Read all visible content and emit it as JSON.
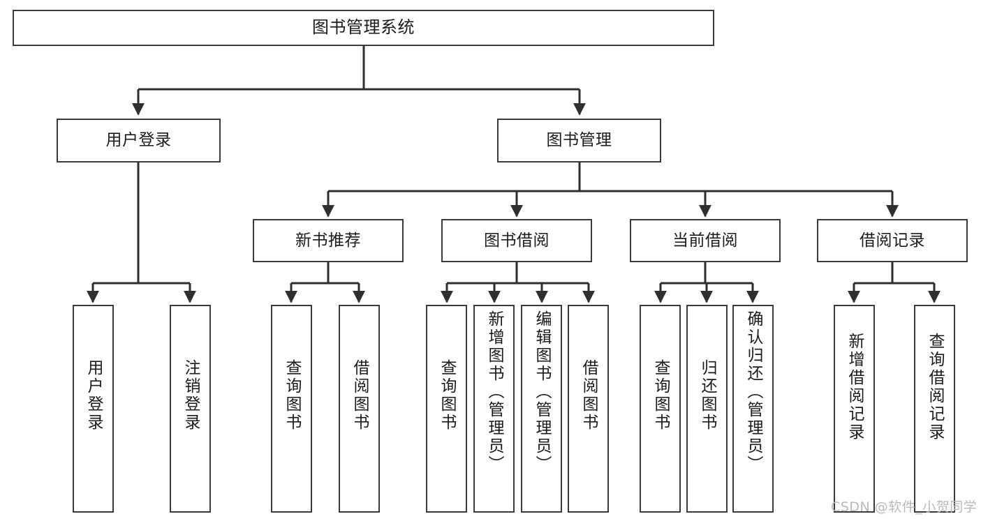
{
  "diagram": {
    "title": "图书管理系统",
    "type": "tree-hierarchy-chart",
    "watermark": "CSDN @软件_小贺同学",
    "colors": {
      "box_border": "#3a3a3a",
      "box_fill": "#ffffff",
      "edge": "#2f2f2f",
      "text": "#1b1b1b",
      "watermark": "#b9b9b9"
    },
    "nodes": {
      "root": {
        "label": "图书管理系统"
      },
      "level2": [
        {
          "id": "user-login",
          "label": "用户登录"
        },
        {
          "id": "book-manage",
          "label": "图书管理"
        }
      ],
      "level3": [
        {
          "id": "new-book-recommend",
          "label": "新书推荐"
        },
        {
          "id": "book-borrow",
          "label": "图书借阅"
        },
        {
          "id": "current-borrow",
          "label": "当前借阅"
        },
        {
          "id": "borrow-record",
          "label": "借阅记录"
        }
      ],
      "leaves": [
        {
          "id": "leaf-user-login",
          "label": "用户登录",
          "parent": "user-login"
        },
        {
          "id": "leaf-logout",
          "label": "注销登录",
          "parent": "user-login"
        },
        {
          "id": "leaf-query-book-1",
          "label": "查询图书",
          "parent": "new-book-recommend"
        },
        {
          "id": "leaf-borrow-book-1",
          "label": "借阅图书",
          "parent": "new-book-recommend"
        },
        {
          "id": "leaf-query-book-2",
          "label": "查询图书",
          "parent": "book-borrow"
        },
        {
          "id": "leaf-add-book",
          "label": "新增图书（管理员）",
          "parent": "book-borrow"
        },
        {
          "id": "leaf-edit-book",
          "label": "编辑图书（管理员）",
          "parent": "book-borrow"
        },
        {
          "id": "leaf-borrow-book-2",
          "label": "借阅图书",
          "parent": "book-borrow"
        },
        {
          "id": "leaf-query-book-3",
          "label": "查询图书",
          "parent": "current-borrow"
        },
        {
          "id": "leaf-return-book",
          "label": "归还图书",
          "parent": "current-borrow"
        },
        {
          "id": "leaf-confirm-return",
          "label": "确认归还（管理员）",
          "parent": "current-borrow"
        },
        {
          "id": "leaf-add-record",
          "label": "新增借阅记录",
          "parent": "borrow-record"
        },
        {
          "id": "leaf-query-record",
          "label": "查询借阅记录",
          "parent": "borrow-record"
        }
      ]
    }
  }
}
